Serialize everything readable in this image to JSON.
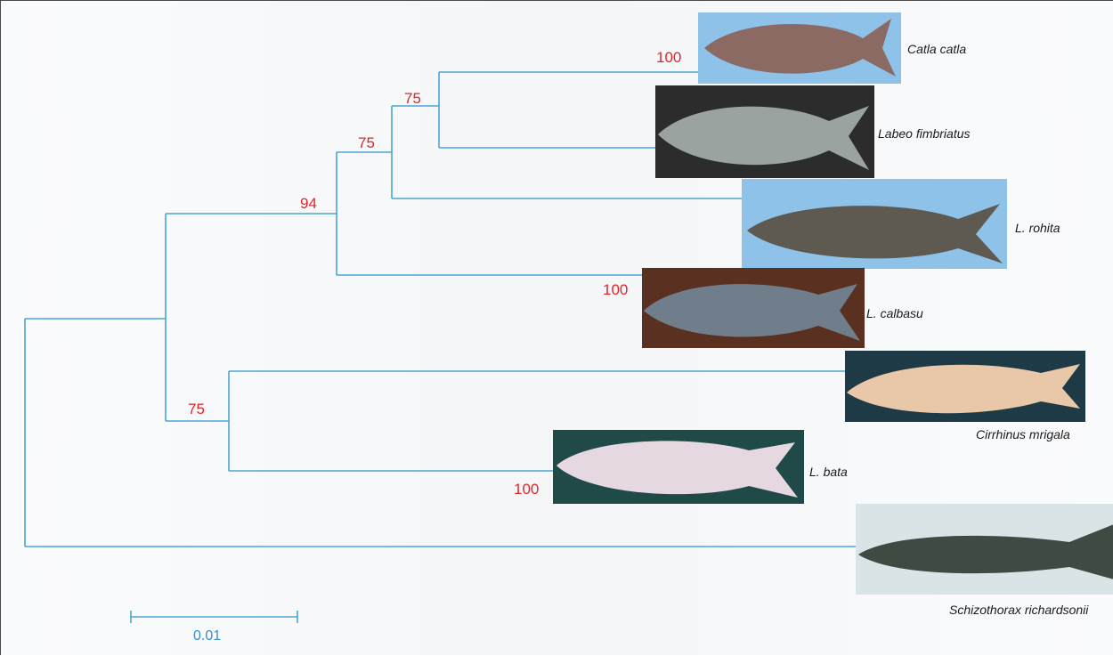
{
  "tree": {
    "taxa": [
      {
        "id": "catla",
        "label": "Catla catla",
        "bg": "#8ec2e8",
        "fish": "#8a6a62"
      },
      {
        "id": "fimbriatus",
        "label": "Labeo fimbriatus",
        "bg": "#2c2c2c",
        "fish": "#9aa3a0"
      },
      {
        "id": "rohita",
        "label": "L. rohita",
        "bg": "#8ec2e8",
        "fish": "#5e5a52"
      },
      {
        "id": "calbasu",
        "label": "L. calbasu",
        "bg": "#5a3020",
        "fish": "#6f7e8a"
      },
      {
        "id": "mrigala",
        "label": "Cirrhinus mrigala",
        "bg": "#1e3a46",
        "fish": "#e8c8a8"
      },
      {
        "id": "bata",
        "label": "L. bata",
        "bg": "#1f4a48",
        "fish": "#e6d8e0"
      },
      {
        "id": "schizothorax",
        "label": "Schizothorax richardsonii",
        "bg": "#d8e4e6",
        "fish": "#3e4a42"
      }
    ],
    "bootstrap": {
      "catla_fimbriatus_tip": "100",
      "catla_fimbriatus_node": "75",
      "rohita_node": "75",
      "ingroup_node": "94",
      "calbasu_tip": "100",
      "mrigala_bata_node": "75",
      "bata_tip": "100"
    },
    "scale_bar": {
      "label": "0.01"
    }
  },
  "colors": {
    "branch": "#4aa6d6",
    "bootstrap": "#e0262a"
  }
}
